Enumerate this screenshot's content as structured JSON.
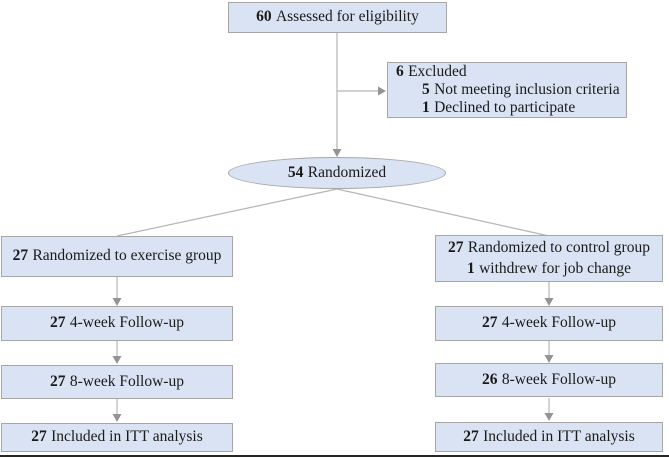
{
  "diagram": {
    "title": "CONSORT participant flow diagram",
    "colors": {
      "box_fill": "#dae3f3",
      "box_border": "#a6a6a6",
      "line": "#b5b5b5",
      "arrowhead": "#949494",
      "text": "#1a1a1a"
    },
    "nodes": {
      "assessed": {
        "num": "60",
        "label": "Assessed for eligibility"
      },
      "excluded": {
        "line1": {
          "num": "6",
          "label": "Excluded"
        },
        "line2": {
          "num": "5",
          "label": "Not meeting inclusion criteria"
        },
        "line3": {
          "num": "1",
          "label": "Declined to participate"
        }
      },
      "randomized": {
        "num": "54",
        "label": "Randomized"
      },
      "exercise_group": {
        "num": "27",
        "label": "Randomized to exercise group"
      },
      "control_group": {
        "line1": {
          "num": "27",
          "label": "Randomized to control group"
        },
        "line2": {
          "num": "1",
          "label": "withdrew for job change"
        }
      },
      "exercise_4wk": {
        "num": "27",
        "label": "4-week Follow-up"
      },
      "exercise_8wk": {
        "num": "27",
        "label": "8-week Follow-up"
      },
      "exercise_itt": {
        "num": "27",
        "label": "Included in ITT analysis"
      },
      "control_4wk": {
        "num": "27",
        "label": "4-week Follow-up"
      },
      "control_8wk": {
        "num": "26",
        "label": "8-week Follow-up"
      },
      "control_itt": {
        "num": "27",
        "label": "Included in ITT analysis"
      }
    }
  }
}
